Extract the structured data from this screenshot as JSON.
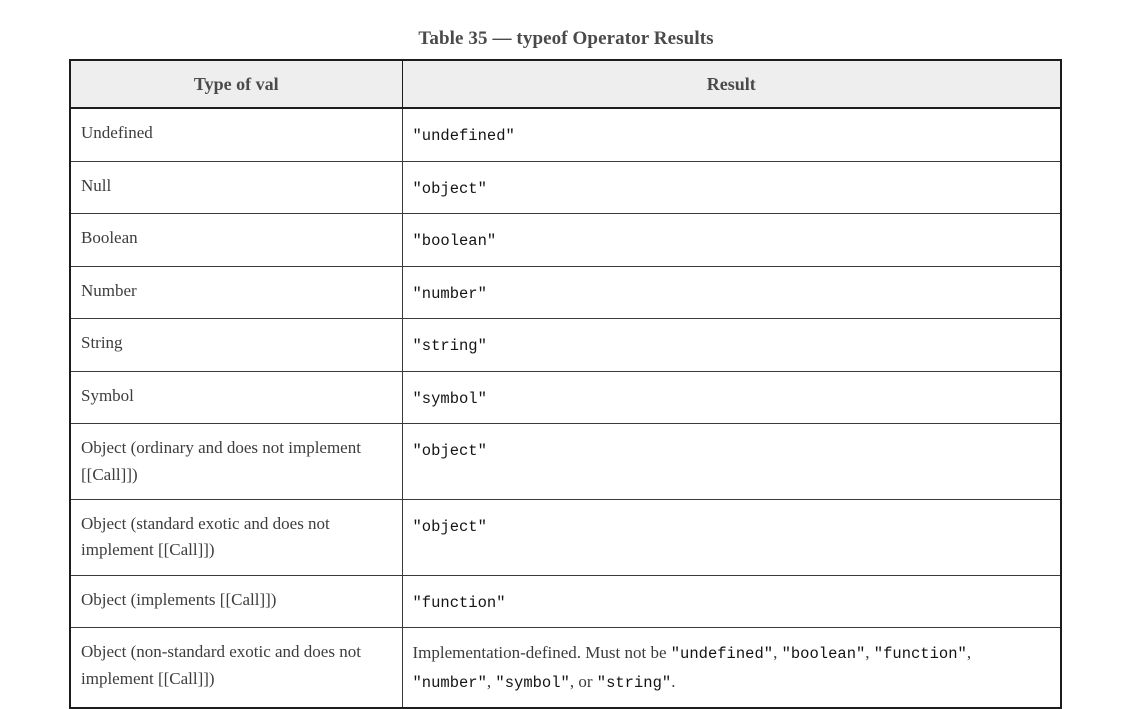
{
  "clipped_top_line": {
    "text_before": "",
    "link_text": "",
    "text_after": ""
  },
  "caption": "Table 35 — typeof Operator Results",
  "table": {
    "headers": [
      "Type of val",
      "Result"
    ],
    "rows": [
      {
        "type": "Undefined",
        "result": "\"undefined\"",
        "result_kind": "code"
      },
      {
        "type": "Null",
        "result": "\"object\"",
        "result_kind": "code"
      },
      {
        "type": "Boolean",
        "result": "\"boolean\"",
        "result_kind": "code"
      },
      {
        "type": "Number",
        "result": "\"number\"",
        "result_kind": "code"
      },
      {
        "type": "String",
        "result": "\"string\"",
        "result_kind": "code"
      },
      {
        "type": "Symbol",
        "result": "\"symbol\"",
        "result_kind": "code"
      },
      {
        "type": "Object (ordinary and does not implement [[Call]])",
        "result": "\"object\"",
        "result_kind": "code"
      },
      {
        "type": "Object (standard exotic and does not implement [[Call]])",
        "result": "\"object\"",
        "result_kind": "code"
      },
      {
        "type": "Object (implements [[Call]])",
        "result": "\"function\"",
        "result_kind": "code"
      },
      {
        "type": "Object (non-standard exotic and does not implement [[Call]])",
        "result_kind": "mixed",
        "result_parts": [
          {
            "kind": "text",
            "value": "Implementation-defined. Must not be "
          },
          {
            "kind": "code",
            "value": "\"undefined\""
          },
          {
            "kind": "text",
            "value": ", "
          },
          {
            "kind": "code",
            "value": "\"boolean\""
          },
          {
            "kind": "text",
            "value": ", "
          },
          {
            "kind": "code",
            "value": "\"function\""
          },
          {
            "kind": "text",
            "value": ", "
          },
          {
            "kind": "code",
            "value": "\"number\""
          },
          {
            "kind": "text",
            "value": ", "
          },
          {
            "kind": "code",
            "value": "\"symbol\""
          },
          {
            "kind": "text",
            "value": ", or "
          },
          {
            "kind": "code",
            "value": "\"string\""
          },
          {
            "kind": "text",
            "value": "."
          }
        ]
      }
    ]
  },
  "colors": {
    "header_background": "#eeeeee",
    "border_outer": "#1c1c1c",
    "border_inner": "#3a3a3a",
    "text_serif": "#3d3d3d",
    "text_caption": "#4a4a4a",
    "text_code": "#141414",
    "link": "#1a1aa6",
    "page_background": "#ffffff"
  }
}
